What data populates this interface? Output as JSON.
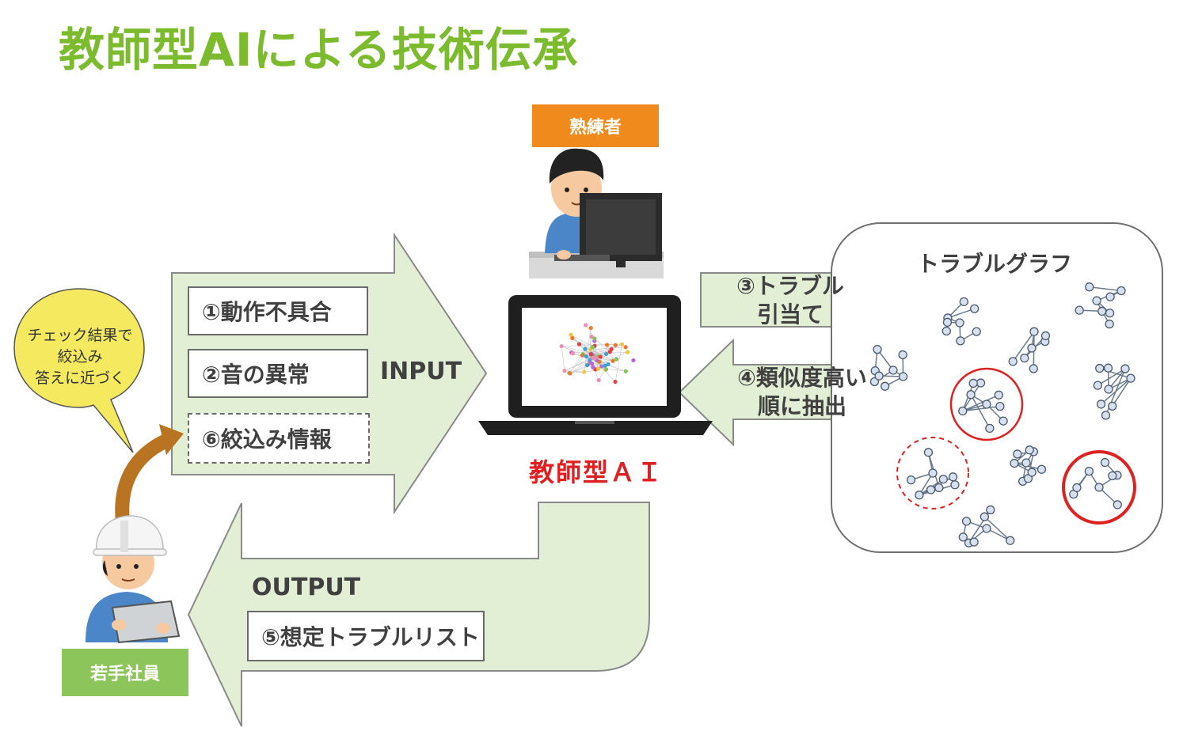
{
  "title": "教師型AIによる技術伝承",
  "expert_label": "熟練者",
  "junior_label": "若手社員",
  "ai_label": "教師型ＡＩ",
  "input_label": "INPUT",
  "output_label": "OUTPUT",
  "input_items": [
    "①動作不具合",
    "②音の異常",
    "⑥絞込み情報"
  ],
  "output_item": "⑤想定トラブルリスト",
  "arrow_assign": [
    "③トラブル",
    "引当て"
  ],
  "arrow_extract": [
    "④類似度高い",
    "順に抽出"
  ],
  "graph_title": "トラブルグラフ",
  "bubble": [
    "チェック結果で",
    "絞込み",
    "答えに近づく"
  ],
  "colors": {
    "title": "#7dbb2e",
    "arrow_fill": "#e3efd5",
    "arrow_stroke": "#8a8a8a",
    "expert_tag": "#f08a1c",
    "junior_tag": "#8cc55a",
    "ai_label": "#e02020",
    "highlight": "#dd2222",
    "bubble": "#f5e960",
    "curved_arrow": "#b87420"
  },
  "icons": [
    "expert-at-computer-icon",
    "laptop-network-icon",
    "junior-worker-tablet-icon",
    "network-cluster-icon"
  ]
}
